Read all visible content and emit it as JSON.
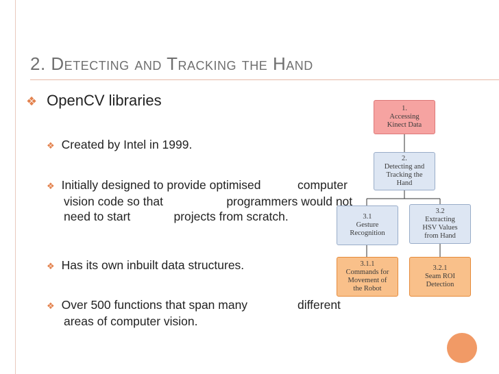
{
  "slide": {
    "title": "2. Detecting and Tracking the Hand",
    "bullet_main": "OpenCV libraries",
    "bullets": [
      {
        "lines": [
          "Created by Intel in 1999."
        ]
      },
      {
        "lines": [
          "Initially designed to provide optimised           computer",
          "vision code so that                   programmers would not",
          "need to start             projects from scratch."
        ]
      },
      {
        "lines": [
          "Has its own inbuilt data structures."
        ]
      },
      {
        "lines": [
          "Over 500 functions that span many               different",
          "areas of computer vision."
        ]
      }
    ]
  },
  "diagram": {
    "boxes": {
      "b1": "1.\nAccessing\nKinect Data",
      "b2": "2.\nDetecting and\nTracking the\nHand",
      "b31": "3.1\nGesture\nRecognition",
      "b32": "3.2\nExtracting\nHSV Values\nfrom Hand",
      "b311": "3.1.1\nCommands for\nMovement of\nthe Robot",
      "b321": "3.2.1\nSeam ROI\nDetection"
    }
  },
  "colors": {
    "accent": "#e3824e",
    "title": "#6f6f6f",
    "box_red": "#f6a3a1",
    "box_blue": "#dde6f3",
    "box_orange": "#f9c08a"
  }
}
